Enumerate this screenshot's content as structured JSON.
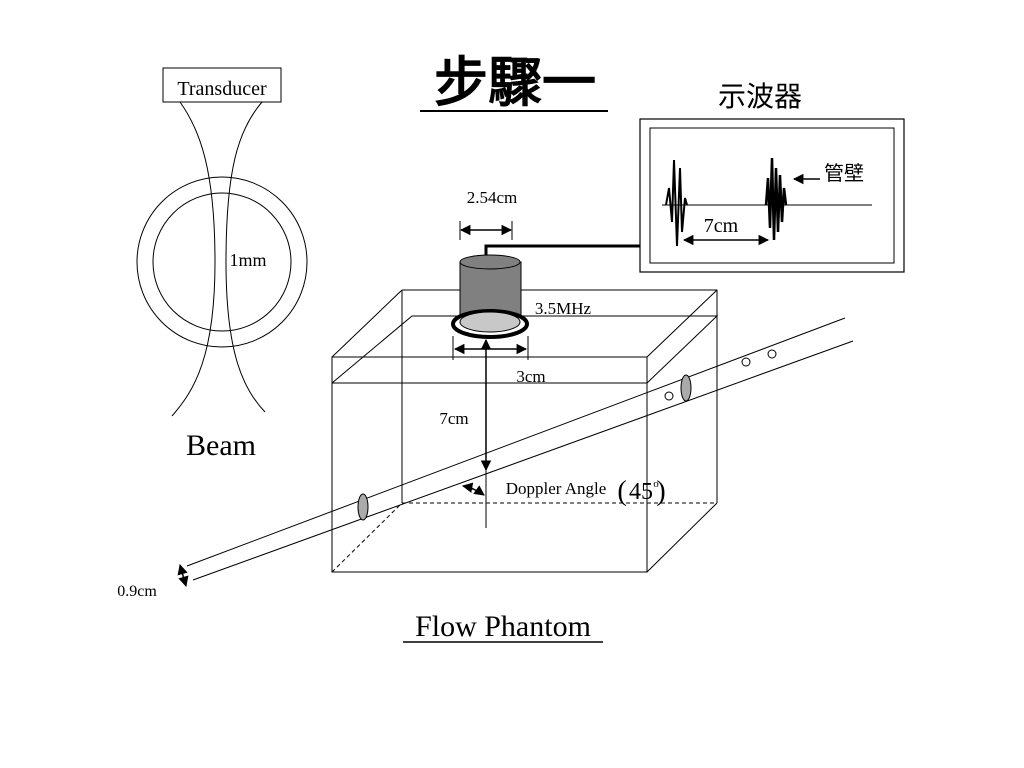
{
  "title": "步驟一",
  "transducer_label": "Transducer",
  "beam_label": "Beam",
  "beam_focus_label": "1mm",
  "oscilloscope_label": "示波器",
  "wall_label": "管壁",
  "osc_distance_label": "7cm",
  "probe_diameter_label": "2.54cm",
  "frequency_label": "3.5MHz",
  "face_width_label": "3cm",
  "depth_label": "7cm",
  "doppler_angle_label": "Doppler Angle",
  "angle_value_label": "45",
  "angle_degree_symbol": "o",
  "tube_diameter_label": "0.9cm",
  "phantom_label": "Flow Phantom"
}
